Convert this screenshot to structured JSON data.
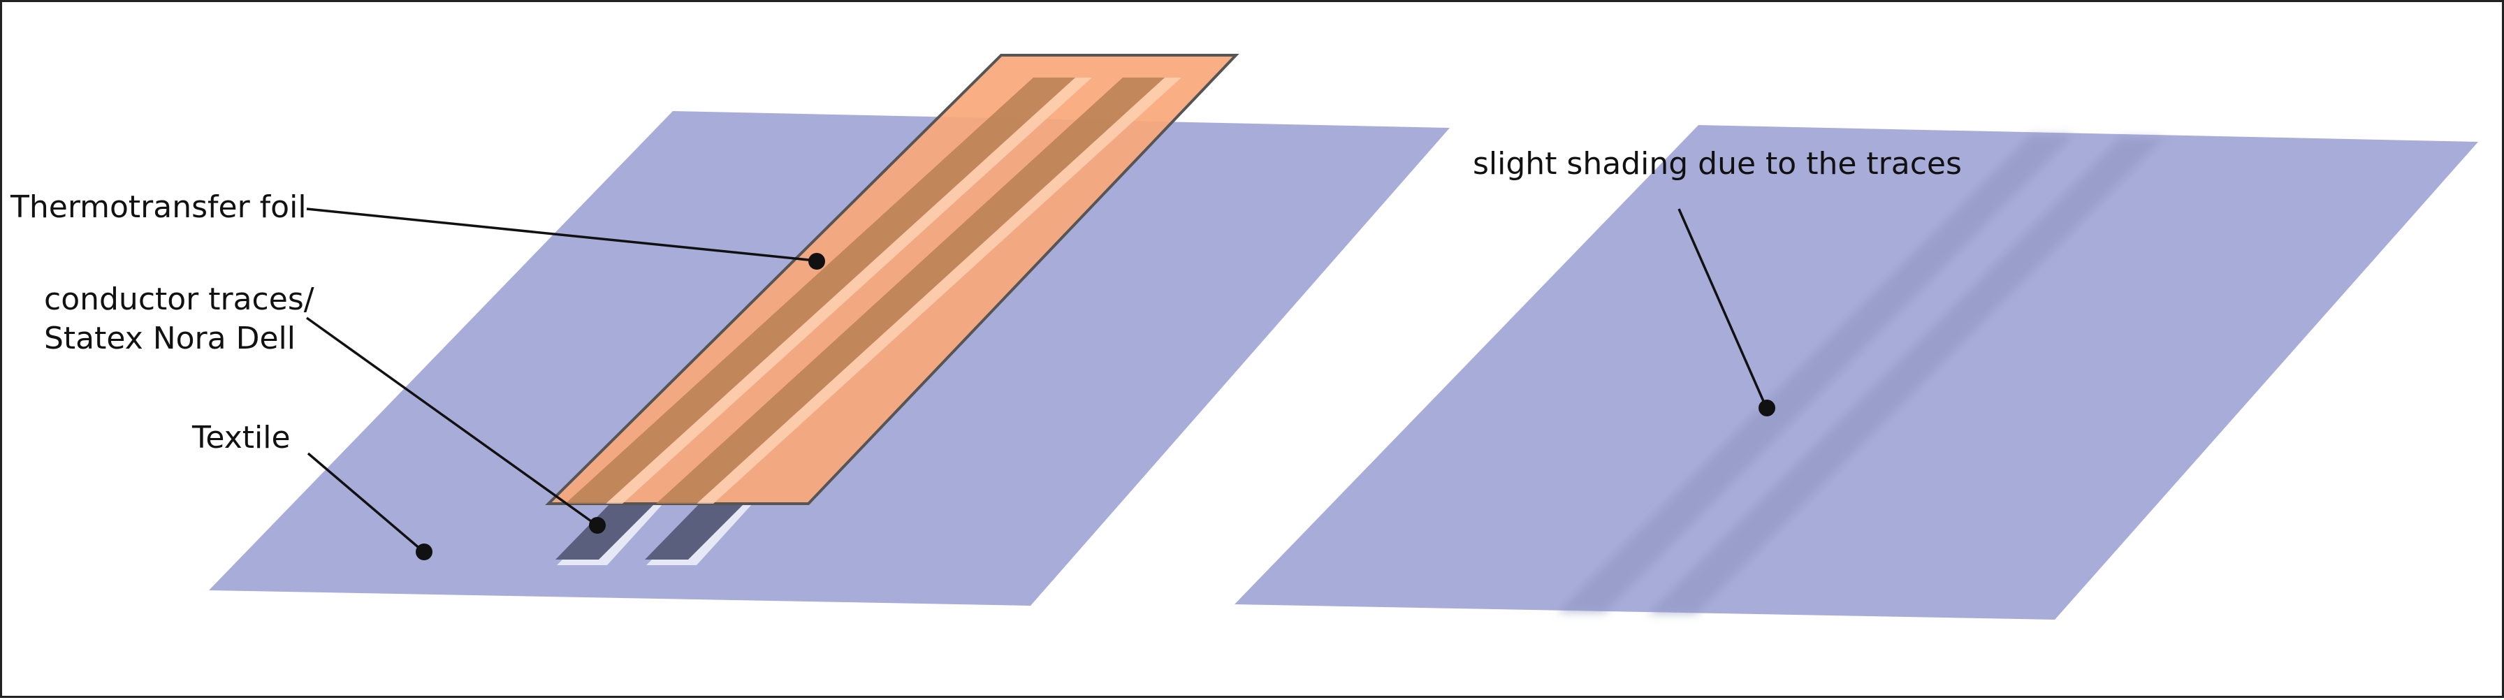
{
  "labels": {
    "thermotransfer_foil": "Thermotransfer foil",
    "conductor_traces_line1": "conductor traces/",
    "conductor_traces_line2": "Statex Nora Dell",
    "textile": "Textile",
    "shading": "slight shading due to the traces"
  },
  "colors": {
    "textile": "#a7acd9",
    "foil": "#f9a77a",
    "foil_outline": "#555555",
    "trace": "#5b5f7e",
    "trace_under_foil": "#b98052",
    "trace_shading": "#8f93bf",
    "leader_line": "#111111"
  }
}
